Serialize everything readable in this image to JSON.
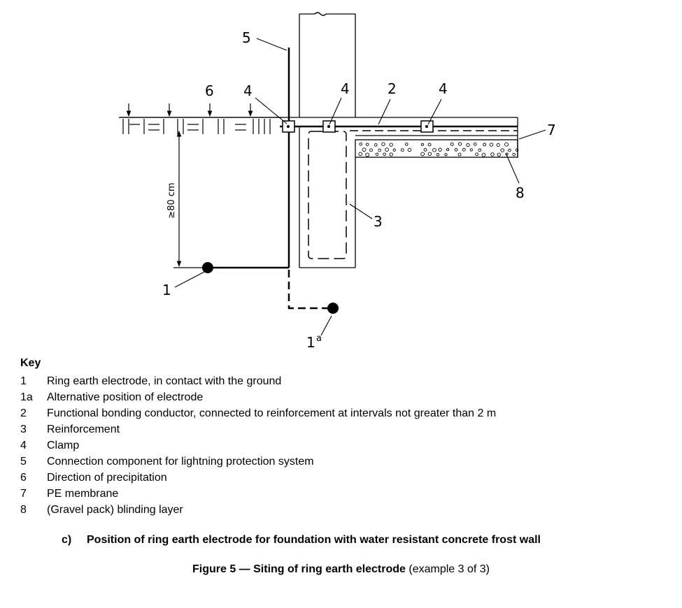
{
  "diagram": {
    "callouts": {
      "c1": "1",
      "c1a_num": "1",
      "c1a_sup": "a",
      "c2": "2",
      "c3": "3",
      "c4a": "4",
      "c4b": "4",
      "c4c": "4",
      "c5": "5",
      "c6": "6",
      "c7": "7",
      "c8": "8"
    },
    "dimension": "≥80 cm"
  },
  "key": {
    "title": "Key",
    "items": [
      {
        "num": "1",
        "text": "Ring earth electrode, in contact with the ground"
      },
      {
        "num": "1a",
        "text": "Alternative position of electrode"
      },
      {
        "num": "2",
        "text": "Functional bonding conductor, connected to reinforcement at intervals not greater than 2 m"
      },
      {
        "num": "3",
        "text": "Reinforcement"
      },
      {
        "num": "4",
        "text": "Clamp"
      },
      {
        "num": "5",
        "text": "Connection component for lightning protection system"
      },
      {
        "num": "6",
        "text": "Direction of precipitation"
      },
      {
        "num": "7",
        "text": "PE membrane"
      },
      {
        "num": "8",
        "text": "(Gravel pack) blinding layer"
      }
    ]
  },
  "subcaption": {
    "letter": "c)",
    "text": "Position of ring earth electrode for foundation with water resistant concrete frost wall"
  },
  "figure_caption": {
    "bold": "Figure 5 — Siting of ring earth electrode",
    "normal": " (example 3 of 3)"
  }
}
